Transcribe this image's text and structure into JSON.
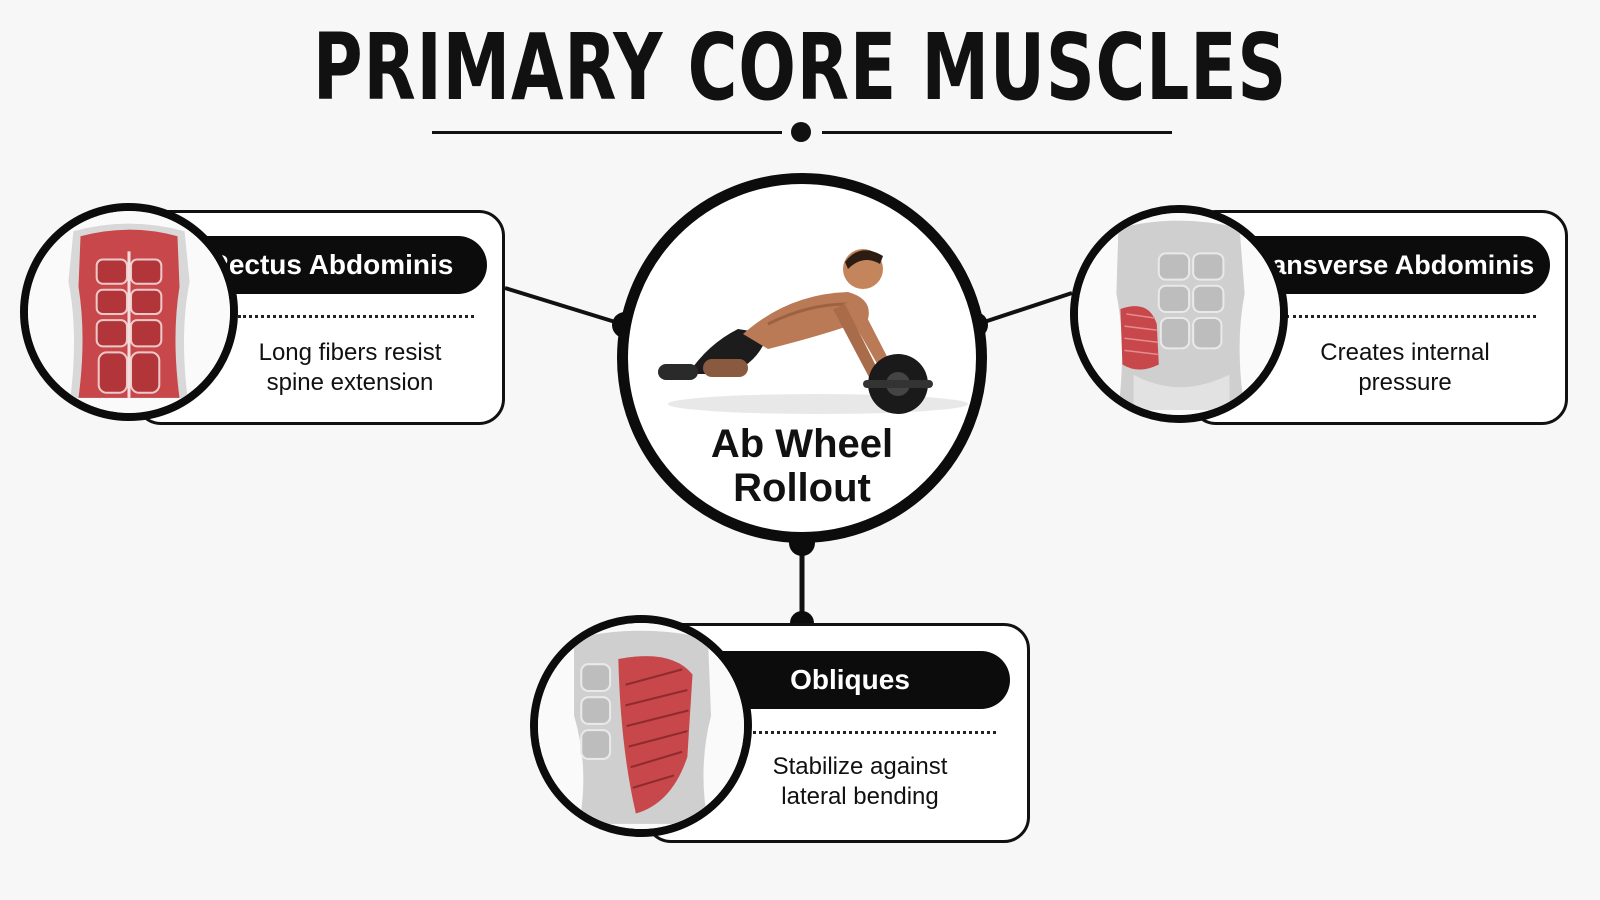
{
  "title": "PRIMARY CORE MUSCLES",
  "center": {
    "label_line1": "Ab Wheel",
    "label_line2": "Rollout"
  },
  "muscles": [
    {
      "name": "Rectus Abdominis",
      "description_line1": "Long fibers resist",
      "description_line2": "spine extension"
    },
    {
      "name": "Transverse Abdominis",
      "description_line1": "Creates internal",
      "description_line2": "pressure"
    },
    {
      "name": "Obliques",
      "description_line1": "Stabilize against",
      "description_line2": "lateral bending"
    }
  ],
  "colors": {
    "ink": "#0c0c0c",
    "background": "#f7f7f7",
    "card": "#ffffff",
    "muscle_red": "#c8474a",
    "muscle_gray": "#c9c9c9"
  }
}
